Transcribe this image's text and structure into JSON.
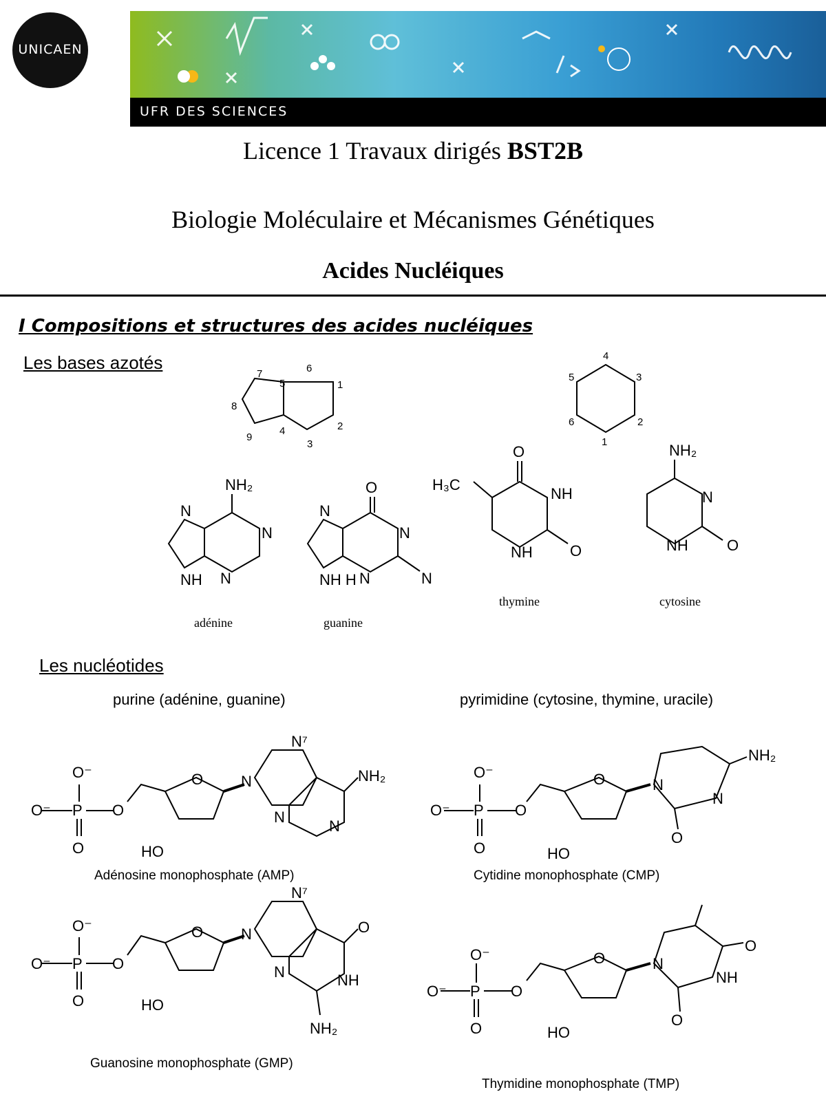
{
  "header": {
    "logo_text": "UNICAEN",
    "faculty": "UFR DES SCIENCES",
    "colors": {
      "banner_start": "#8fbb1f",
      "banner_end": "#1a5f99"
    }
  },
  "title": {
    "line1": "Licence 1  Travaux dirigés ",
    "line1_bold": "BST2B",
    "line2": "Biologie Moléculaire et Mécanismes Génétiques",
    "line3": "Acides Nucléiques"
  },
  "section1": {
    "heading": "I Compositions et structures des acides nucléiques",
    "bases": {
      "heading": "Les bases azotés",
      "names": [
        "adénine",
        "guanine",
        "thymine",
        "cytosine"
      ]
    },
    "nucleotides": {
      "heading": "Les nucléotides",
      "purine_label": "purine (adénine, guanine)",
      "pyrimidine_label": "pyrimidine (cytosine, thymine, uracile)",
      "names": [
        "Adénosine monophosphate (AMP)",
        "Cytidine monophosphate (CMP)",
        "Guanosine monophosphate (GMP)",
        "Thymidine monophosphate (TMP)"
      ]
    }
  }
}
